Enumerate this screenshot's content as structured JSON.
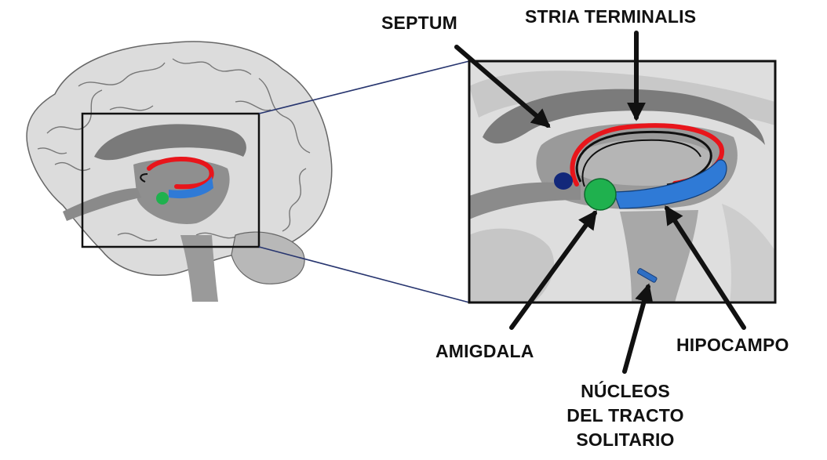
{
  "labels": {
    "septum": "SEPTUM",
    "stria_terminalis": "STRIA TERMINALIS",
    "amigdala": "AMIGDALA",
    "hipocampo": "HIPOCAMPO",
    "nucleos": [
      "NÚCLEOS",
      "DEL TRACTO",
      "SOLITARIO"
    ]
  },
  "colors": {
    "stria": "#e8151b",
    "hippocampus": "#2f7ad6",
    "amygdala": "#1fb14e",
    "septum": "#12287a",
    "solitary_nucleus": "#2f6fc4",
    "zoom_lines": "#27356f"
  }
}
